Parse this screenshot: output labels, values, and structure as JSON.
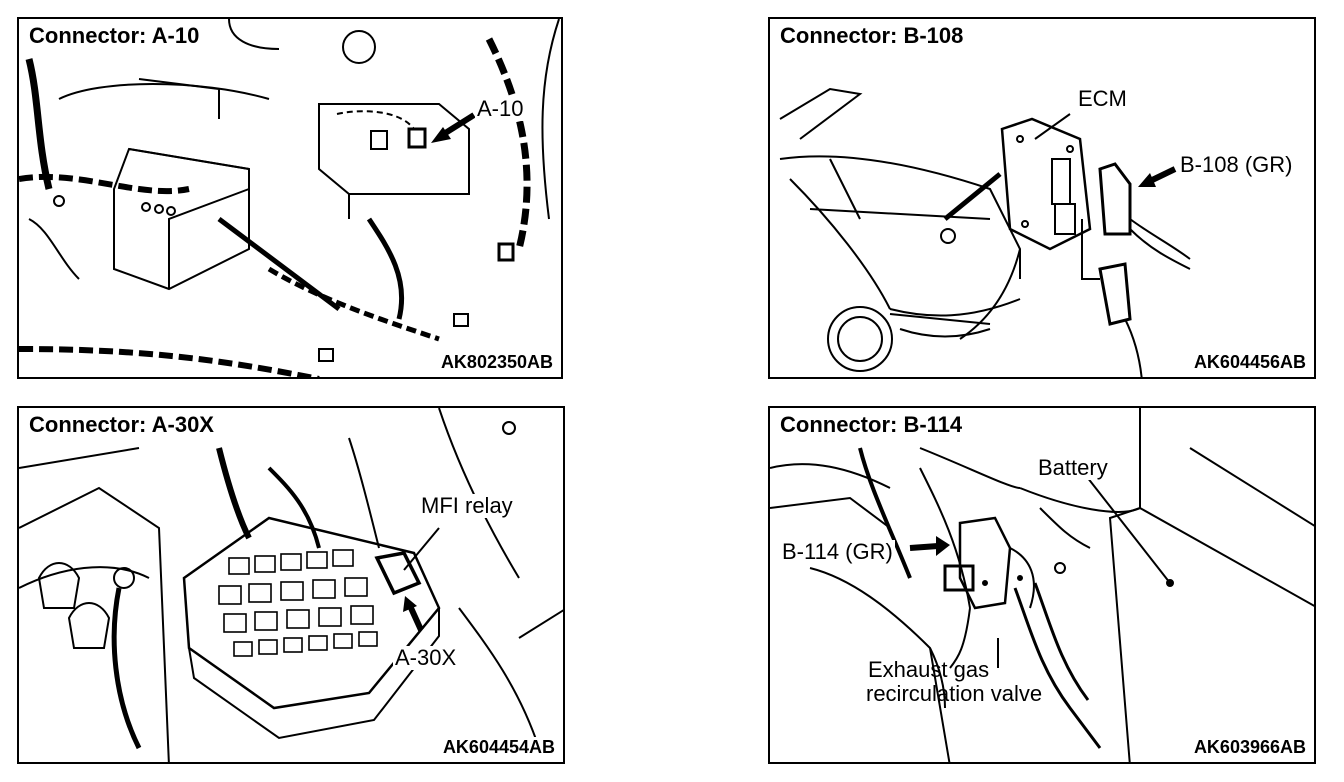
{
  "panels": [
    {
      "connector_title": "Connector: A-10",
      "figure_code": "AK802350AB",
      "callouts": [
        "A-10"
      ]
    },
    {
      "connector_title": "Connector: B-108",
      "figure_code": "AK604456AB",
      "callouts": [
        "ECM",
        "B-108 (GR)"
      ]
    },
    {
      "connector_title": "Connector: A-30X",
      "figure_code": "AK604454AB",
      "callouts": [
        "MFI relay",
        "A-30X"
      ]
    },
    {
      "connector_title": "Connector: B-114",
      "figure_code": "AK603966AB",
      "callouts": [
        "Battery",
        "B-114 (GR)",
        "Exhaust gas",
        "recirculation valve"
      ]
    }
  ]
}
